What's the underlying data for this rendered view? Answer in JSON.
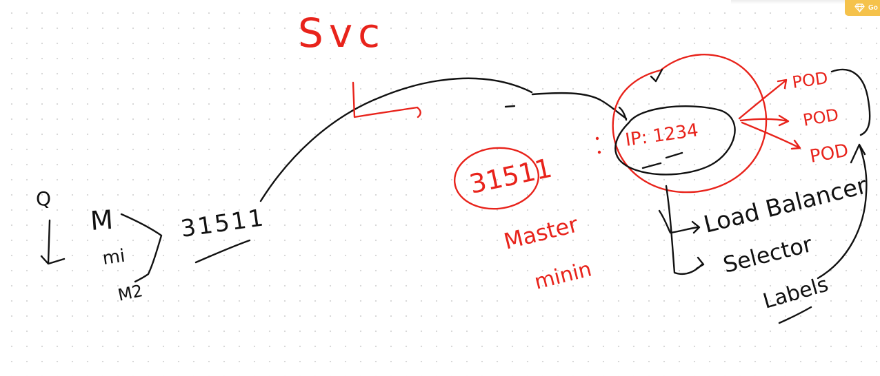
{
  "toolbar": {
    "upgrade_label": "Go",
    "upgrade_icon": "diamond-icon",
    "upgrade_color": "#f5c24b"
  },
  "ink": {
    "red": "#e8231b",
    "black": "#111111"
  },
  "labels": {
    "svc": "Svc",
    "q": "Q",
    "m": "M",
    "m1": "mi",
    "m2": "M2",
    "port_left": "31511",
    "port_circle": "31511",
    "master": "Master",
    "minion": "minin",
    "ip": "IP: 1234",
    "pod1": "POD",
    "pod2": "POD",
    "pod3": "POD",
    "load_balancer": "Load Balancer",
    "selector": "Selector",
    "labels": "Labels"
  }
}
